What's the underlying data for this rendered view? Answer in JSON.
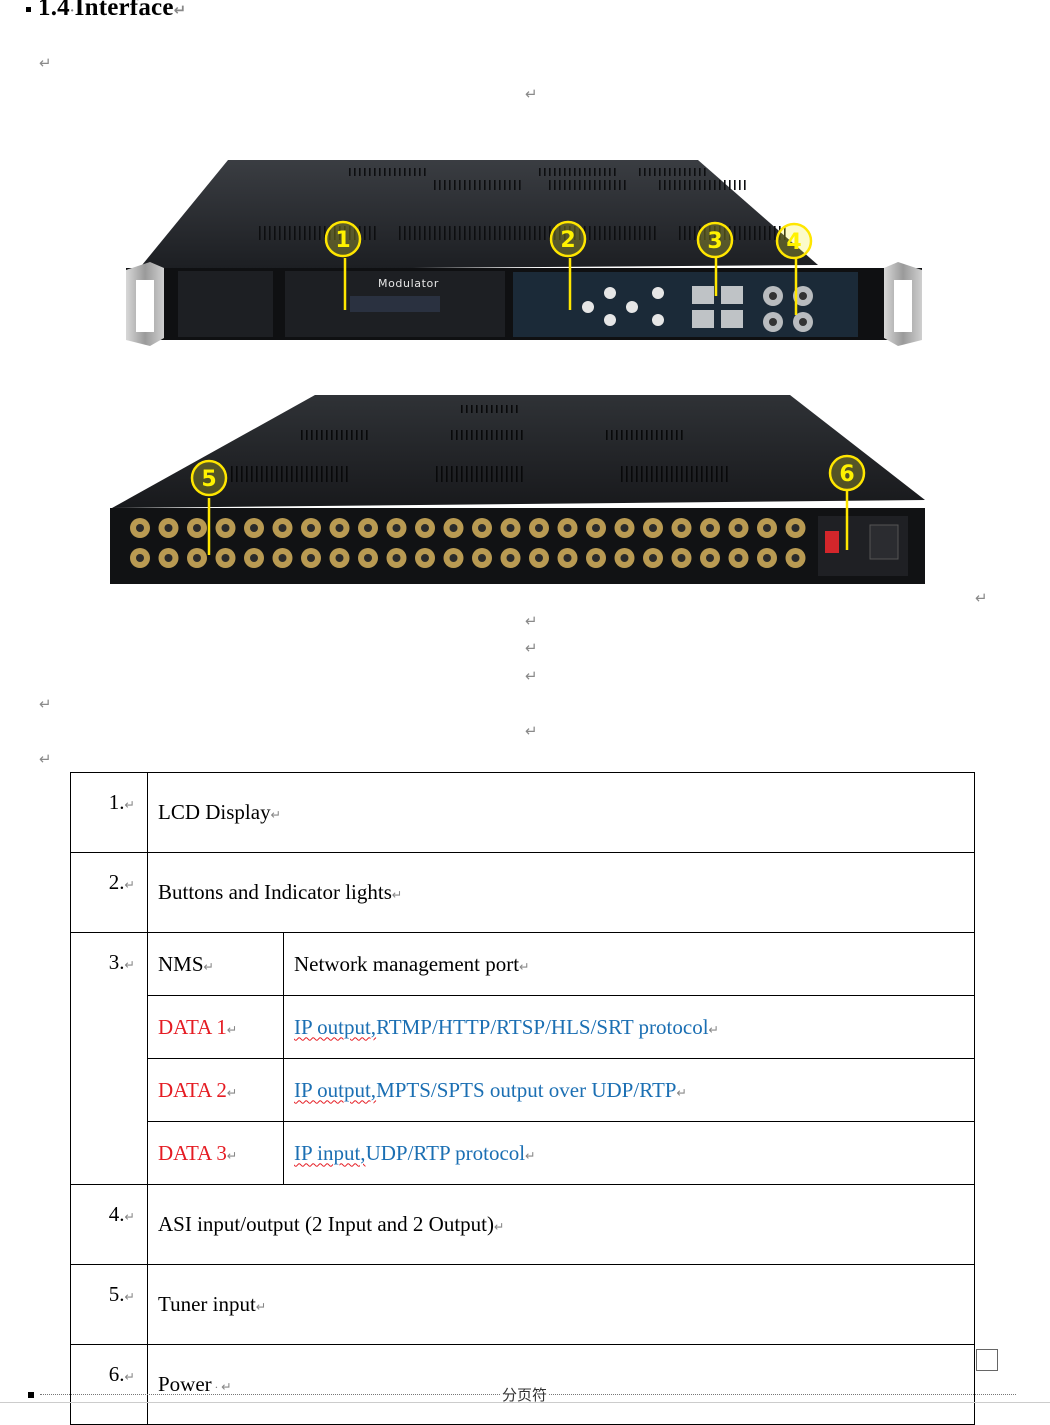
{
  "heading": {
    "number": "1.4",
    "title": "Interface"
  },
  "device_front": {
    "label": "Modulator",
    "markers": [
      "1",
      "2",
      "3",
      "4"
    ]
  },
  "device_back": {
    "markers": [
      "5",
      "6"
    ]
  },
  "table": {
    "rows": [
      {
        "num": "1.",
        "label": "LCD Display"
      },
      {
        "num": "2.",
        "label": "Buttons and Indicator lights"
      },
      {
        "num": "3.",
        "sub": [
          {
            "key": "NMS",
            "value": "Network management port"
          },
          {
            "key": "DATA 1",
            "value_a": "IP output,",
            "value_b": "RTMP/HTTP/RTSP/HLS/SRT protocol"
          },
          {
            "key": "DATA 2",
            "value_a": "IP output,",
            "value_b": "MPTS/SPTS output over UDP/RTP"
          },
          {
            "key": "DATA 3",
            "value_a": "IP input,",
            "value_b": "UDP/RTP protocol"
          }
        ]
      },
      {
        "num": "4.",
        "label": "ASI input/output (2 Input and 2 Output)"
      },
      {
        "num": "5.",
        "label": "Tuner input"
      },
      {
        "num": "6.",
        "label": "Power"
      }
    ]
  },
  "page_break_label": "分页符",
  "colors": {
    "key_red": "#e51c23",
    "value_blue": "#1b6fb3",
    "marker_yellow": "#ffe600"
  }
}
